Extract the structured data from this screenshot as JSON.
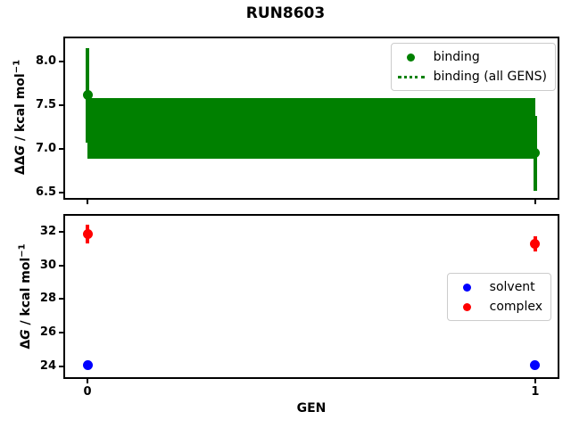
{
  "figure": {
    "title": "RUN8603",
    "xlabel": "GEN",
    "background": "#ffffff",
    "spine_color": "#000000"
  },
  "chart_data": [
    {
      "type": "scatter",
      "panel": "binding",
      "ylabel_parts": {
        "prefix": "ΔΔ",
        "italic": "G",
        "rest": " / kcal mol",
        "sup": "−1"
      },
      "x": [
        0,
        1
      ],
      "xlim": [
        -0.05,
        1.05
      ],
      "ylim": [
        6.44,
        8.26
      ],
      "grid": false,
      "yticks": [
        {
          "v": 8.0,
          "label": "8.0"
        },
        {
          "v": 7.5,
          "label": "7.5"
        },
        {
          "v": 7.0,
          "label": "7.0"
        },
        {
          "v": 6.5,
          "label": "6.5"
        }
      ],
      "xticks": {
        "values": [
          0,
          1
        ],
        "labels": []
      },
      "series": [
        {
          "name": "binding",
          "color": "#008000",
          "marker": "circle",
          "values": [
            7.61,
            6.95
          ],
          "yerr": [
            0.54,
            0.43
          ]
        }
      ],
      "band": {
        "label": "binding (all GENS)",
        "color": "#008000",
        "low": 6.89,
        "high": 7.58,
        "line_y": 7.23,
        "line_style": "dotted",
        "x_span": [
          0,
          1
        ]
      },
      "legend": {
        "position": "upper-right",
        "entries": [
          {
            "label": "binding",
            "marker": "circle",
            "color": "#008000"
          },
          {
            "label": "binding (all GENS)",
            "marker": "dotted-line",
            "color": "#008000"
          }
        ]
      }
    },
    {
      "type": "scatter",
      "panel": "free-energy",
      "ylabel_parts": {
        "prefix": "Δ",
        "italic": "G",
        "rest": " / kcal mol",
        "sup": "−1"
      },
      "x": [
        0,
        1
      ],
      "xlim": [
        -0.05,
        1.05
      ],
      "ylim": [
        23.36,
        32.95
      ],
      "grid": false,
      "yticks": [
        {
          "v": 32,
          "label": "32"
        },
        {
          "v": 30,
          "label": "30"
        },
        {
          "v": 28,
          "label": "28"
        },
        {
          "v": 26,
          "label": "26"
        },
        {
          "v": 24,
          "label": "24"
        }
      ],
      "xticks": {
        "values": [
          0,
          1
        ],
        "labels": [
          "0",
          "1"
        ]
      },
      "series": [
        {
          "name": "solvent",
          "color": "#0000ff",
          "marker": "circle",
          "values": [
            24.1,
            24.1
          ],
          "yerr": [
            0,
            0
          ]
        },
        {
          "name": "complex",
          "color": "#ff0000",
          "marker": "circle",
          "values": [
            31.85,
            31.3
          ],
          "yerr": [
            0.55,
            0.45
          ]
        }
      ],
      "legend": {
        "position": "center-right",
        "entries": [
          {
            "label": "solvent",
            "marker": "circle",
            "color": "#0000ff"
          },
          {
            "label": "complex",
            "marker": "circle",
            "color": "#ff0000"
          }
        ]
      }
    }
  ]
}
